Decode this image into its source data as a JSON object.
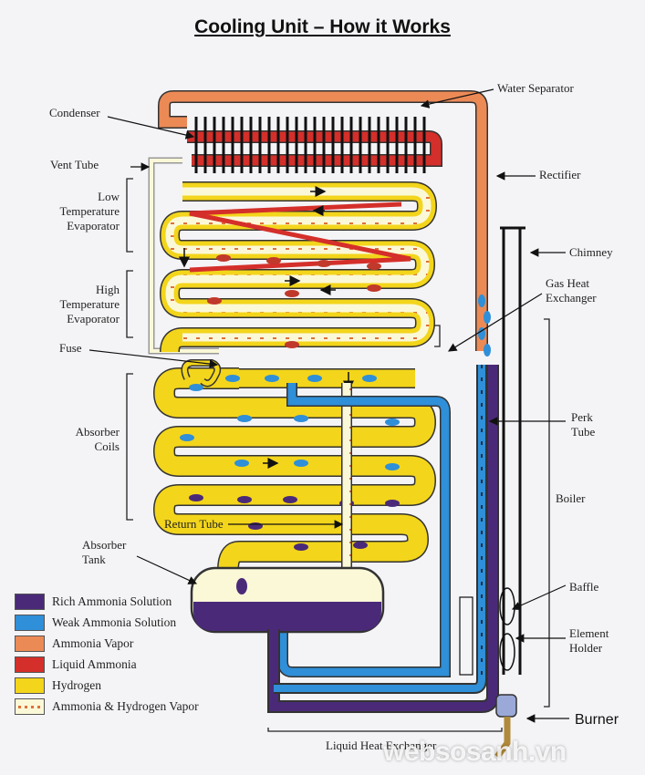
{
  "title": "Cooling Unit – How it Works",
  "labels": {
    "water_separator": "Water Separator",
    "condenser": "Condenser",
    "vent_tube": "Vent Tube",
    "rectifier": "Rectifier",
    "low_temp_1": "Low",
    "low_temp_2": "Temperature",
    "low_temp_3": "Evaporator",
    "chimney": "Chimney",
    "gas_heat_1": "Gas Heat",
    "gas_heat_2": "Exchanger",
    "high_temp_1": "High",
    "high_temp_2": "Temperature",
    "high_temp_3": "Evaporator",
    "fuse": "Fuse",
    "absorber_coils_1": "Absorber",
    "absorber_coils_2": "Coils",
    "perk_tube_1": "Perk",
    "perk_tube_2": "Tube",
    "boiler": "Boiler",
    "return_tube": "Return Tube",
    "absorber_tank_1": "Absorber",
    "absorber_tank_2": "Tank",
    "baffle": "Baffle",
    "element_holder_1": "Element",
    "element_holder_2": "Holder",
    "burner": "Burner",
    "liquid_heat_exchanger": "Liquid Heat Exchanger"
  },
  "legend": [
    {
      "label": "Rich Ammonia Solution",
      "color": "#4a2a78"
    },
    {
      "label": "Weak Ammonia Solution",
      "color": "#2f8fd8"
    },
    {
      "label": "Ammonia Vapor",
      "color": "#ec8a56"
    },
    {
      "label": "Liquid Ammonia",
      "color": "#d42f2a"
    },
    {
      "label": "Hydrogen",
      "color": "#f3d51b"
    },
    {
      "label": "Ammonia & Hydrogen Vapor",
      "color": "#fbf8d8"
    }
  ],
  "watermark": "websosanh.vn"
}
